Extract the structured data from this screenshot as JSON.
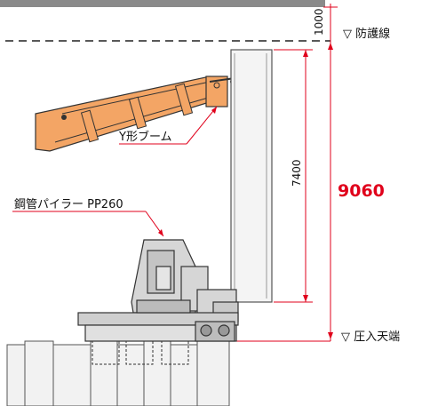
{
  "labels": {
    "protection_line": "▽ 防護線",
    "pressin_top": "▽ 圧入天端",
    "boom": "Y形ブーム",
    "machine": "鋼管パイラー PP260"
  },
  "dimensions": {
    "top_offset": "1000",
    "pile_length": "7400",
    "total": "9060"
  },
  "colors": {
    "boom": "#f3a565",
    "dimension": "#e0001b",
    "machine": "#d6d6d6",
    "line": "#222222"
  }
}
